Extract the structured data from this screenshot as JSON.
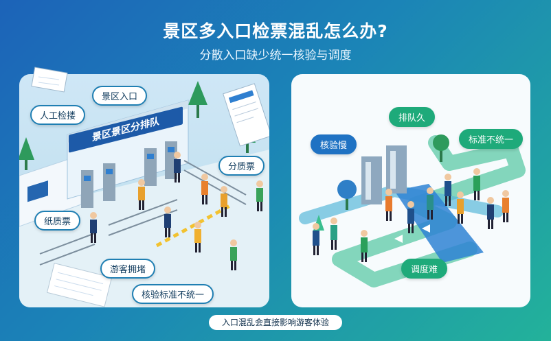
{
  "header": {
    "title": "景区多入口检票混乱怎么办?",
    "subtitle": "分散入口缺少统一核验与调度"
  },
  "left_panel": {
    "banner": "景区景区分排队",
    "labels": {
      "entrance": "景区入口",
      "manual": "人工检搂",
      "split": "分质票",
      "paper": "纸质票",
      "crowd": "游客拥堵",
      "nonstandard": "核验标准不统一"
    }
  },
  "right_panel": {
    "labels": {
      "queue": "排队久",
      "slow": "核验慢",
      "standard": "标准不统一",
      "dispatch": "调度难"
    }
  },
  "footer": {
    "text": "入口混乱会直接影响游客体验"
  },
  "colors": {
    "bg_start": "#1c63b8",
    "bg_end": "#23b29a",
    "accent_green": "#1eaa7a",
    "accent_blue": "#1f72c3"
  }
}
